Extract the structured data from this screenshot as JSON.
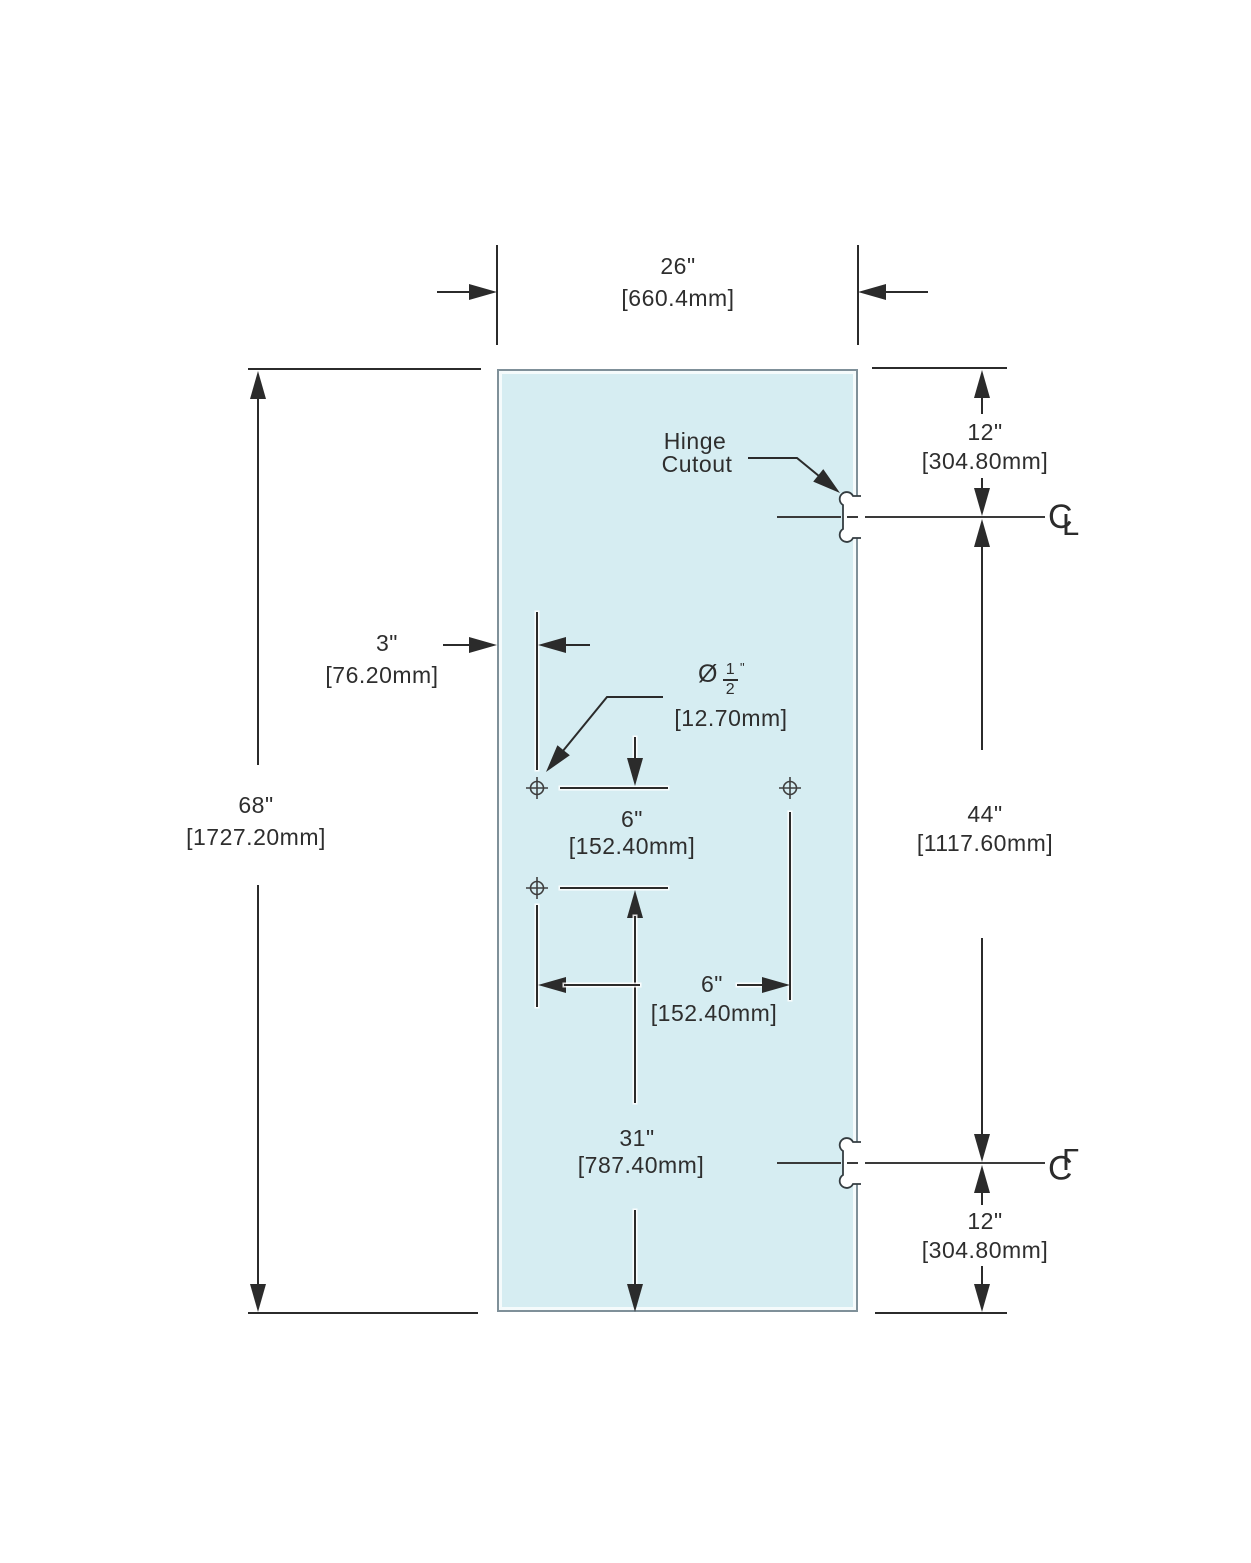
{
  "colors": {
    "door_fill": "#d6edf2",
    "door_border": "#7f9099",
    "line": "#2b2b2b",
    "text": "#2e2e2e"
  },
  "dims": {
    "width": {
      "in": "26\"",
      "mm": "[660.4mm]"
    },
    "height": {
      "in": "68\"",
      "mm": "[1727.20mm]"
    },
    "edge_to_holes": {
      "in": "3\"",
      "mm": "[76.20mm]"
    },
    "hole_dia": {
      "symbol": "Ø",
      "numerator": "1",
      "denominator": "2",
      "inch_mark": "\"",
      "mm": "[12.70mm]"
    },
    "hole_spacing_vertical": {
      "in": "6\"",
      "mm": "[152.40mm]"
    },
    "hole_spacing_horizontal": {
      "in": "6\"",
      "mm": "[152.40mm]"
    },
    "bottom_to_holes": {
      "in": "31\"",
      "mm": "[787.40mm]"
    },
    "top_to_hinge": {
      "in": "12\"",
      "mm": "[304.80mm]"
    },
    "hinge_to_hinge": {
      "in": "44\"",
      "mm": "[1117.60mm]"
    },
    "hinge_to_bottom": {
      "in": "12\"",
      "mm": "[304.80mm]"
    }
  },
  "labels": {
    "hinge_cutout_line1": "Hinge",
    "hinge_cutout_line2": "Cutout",
    "centerline_c": "C",
    "centerline_l": "L"
  }
}
